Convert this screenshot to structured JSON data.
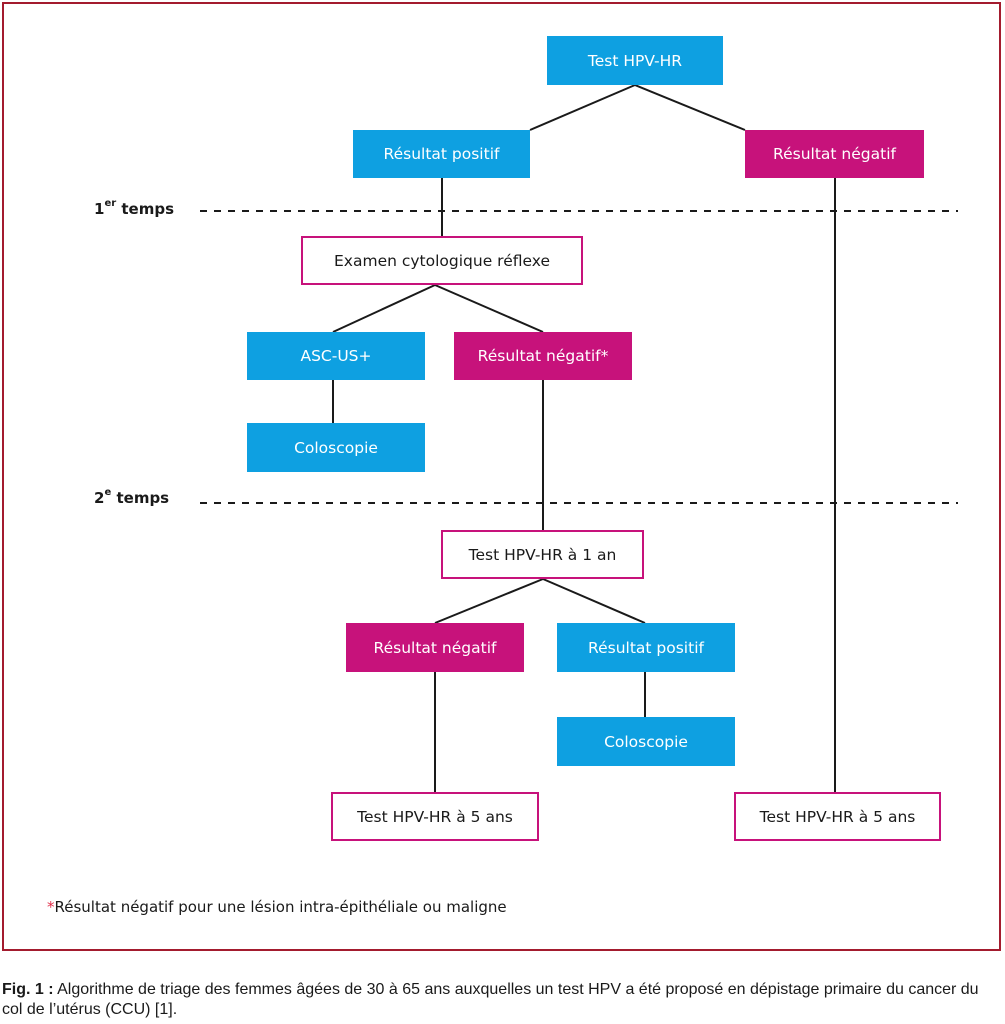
{
  "colors": {
    "positive": "#0ea0e1",
    "negative": "#c7127b",
    "frame": "#a31b2e"
  },
  "nodes": {
    "test_hpv_hr": "Test HPV-HR",
    "resultat_positif_1": "Résultat positif",
    "resultat_negatif_1": "Résultat négatif",
    "examen_cytologique": "Examen cytologique réflexe",
    "asc_us": "ASC-US+",
    "resultat_negatif_star": "Résultat négatif*",
    "coloscopie_1": "Coloscopie",
    "test_hpv_hr_1an": "Test HPV-HR à 1 an",
    "resultat_negatif_2": "Résultat négatif",
    "resultat_positif_2": "Résultat positif",
    "coloscopie_2": "Coloscopie",
    "test_hpv_hr_5ans_left": "Test HPV-HR à 5 ans",
    "test_hpv_hr_5ans_right": "Test HPV-HR à 5 ans"
  },
  "phases": {
    "first": {
      "number": "1",
      "suffix": "er",
      "word": "temps"
    },
    "second": {
      "number": "2",
      "suffix": "e",
      "word": "temps"
    }
  },
  "footnote": {
    "marker": "*",
    "text": "Résultat négatif pour une lésion intra-épithéliale ou maligne"
  },
  "caption": {
    "label": "Fig. 1 :",
    "text": " Algorithme de triage des femmes âgées de 30 à 65 ans auxquelles un test HPV a été proposé en dépistage primaire du cancer du col de l’utérus (CCU) [1]."
  }
}
